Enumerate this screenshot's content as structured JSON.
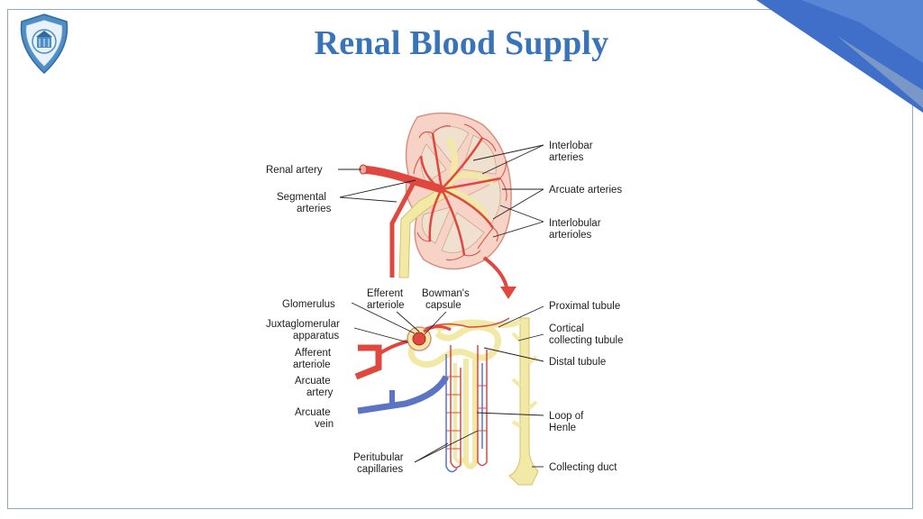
{
  "title": "Renal Blood Supply",
  "logo": {
    "icon": "university-seal-icon"
  },
  "labels": {
    "renal_artery": "Renal artery",
    "segmental_1": "Segmental",
    "segmental_2": "arteries",
    "interlobar_1": "Interlobar",
    "interlobar_2": "arteries",
    "arcuate_arteries": "Arcuate arteries",
    "interlobular_1": "Interlobular",
    "interlobular_2": "arterioles",
    "efferent_1": "Efferent",
    "efferent_2": "arteriole",
    "bowman_1": "Bowman's",
    "bowman_2": "capsule",
    "glomerulus": "Glomerulus",
    "jga_1": "Juxtaglomerular",
    "jga_2": "apparatus",
    "afferent_1": "Afferent",
    "afferent_2": "arteriole",
    "arcuate_artery_1": "Arcuate",
    "arcuate_artery_2": "artery",
    "arcuate_vein_1": "Arcuate",
    "arcuate_vein_2": "vein",
    "peritubular_1": "Peritubular",
    "peritubular_2": "capillaries",
    "proximal": "Proximal tubule",
    "cortical_1": "Cortical",
    "cortical_2": "collecting tubule",
    "distal": "Distal tubule",
    "loop_1": "Loop of",
    "loop_2": "Henle",
    "collecting_duct": "Collecting duct"
  },
  "colors": {
    "title": "#3a74b8",
    "artery": "#e0473f",
    "vein": "#5b74c4",
    "tubule": "#f3e9a6",
    "kidney_tissue": "#f6d3c6",
    "accent": "#3f6fc8"
  }
}
